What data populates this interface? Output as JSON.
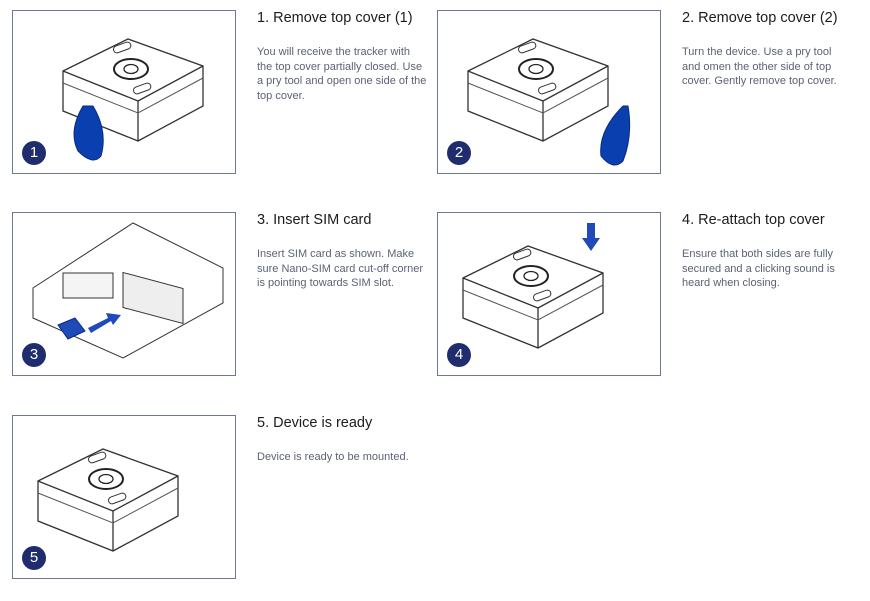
{
  "steps": [
    {
      "number": "1",
      "title": "1. Remove top cover (1)",
      "description": "You will receive the tracker with the top cover partially closed. Use a pry tool and open one side of the top cover.",
      "illustration": "device-with-pry-tool-left"
    },
    {
      "number": "2",
      "title": "2. Remove top cover (2)",
      "description": "Turn the device. Use a pry tool and omen the other side of top cover. Gently remove top cover.",
      "illustration": "device-with-pry-tool-right"
    },
    {
      "number": "3",
      "title": "3. Insert SIM card",
      "description": "Insert SIM card as shown. Make sure Nano-SIM card cut-off corner is pointing towards SIM slot.",
      "illustration": "open-device-sim-insert"
    },
    {
      "number": "4",
      "title": "4. Re-attach top cover",
      "description": "Ensure that both sides are fully secured and a clicking sound is heard when closing.",
      "illustration": "device-cover-press"
    },
    {
      "number": "5",
      "title": "5. Device is ready",
      "description": "Device is ready to be mounted.",
      "illustration": "device-closed"
    }
  ],
  "colors": {
    "badge": "#1f2c6e",
    "accent": "#0a3fb0",
    "border": "#6f7892"
  }
}
